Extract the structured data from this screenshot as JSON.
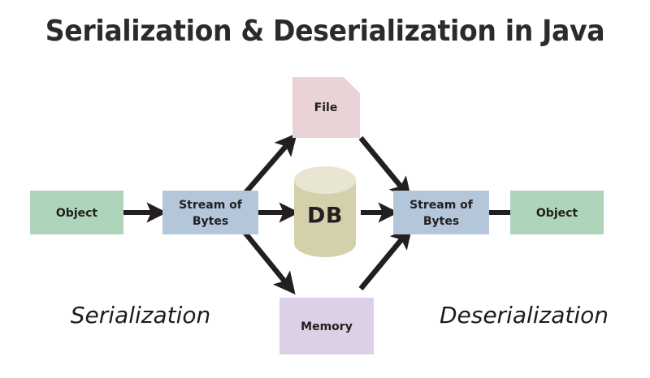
{
  "title": "Serialization & Deserialization in Java",
  "colors": {
    "background": "#ffffff",
    "object_green": "#aed5b9",
    "stream_blue": "#b4c7da",
    "file_pink": "#e9d3d6",
    "db_body": "#d4d0ac",
    "db_top": "#e8e5d3",
    "memory_purple": "#ddd0e6",
    "arrow_black": "#231f20",
    "title_text": "#2b2b2b",
    "node_text": "#231f20"
  },
  "nodes": {
    "object_left": {
      "label": "Object",
      "shape": "rectangle",
      "color": "#aed5b9"
    },
    "stream_left": {
      "label_line1": "Stream of",
      "label_line2": "Bytes",
      "shape": "rectangle",
      "color": "#b4c7da"
    },
    "file": {
      "label": "File",
      "shape": "document",
      "color": "#e9d3d6"
    },
    "db": {
      "label": "DB",
      "shape": "cylinder",
      "color": "#d4d0ac"
    },
    "memory": {
      "label": "Memory",
      "shape": "rectangle",
      "color": "#ddd0e6"
    },
    "stream_right": {
      "label_line1": "Stream of",
      "label_line2": "Bytes",
      "shape": "rectangle",
      "color": "#b4c7da"
    },
    "object_right": {
      "label": "Object",
      "shape": "rectangle",
      "color": "#aed5b9"
    }
  },
  "phase_labels": {
    "left": "Serialization",
    "right": "Deserialization"
  },
  "edges": [
    {
      "from": "object_left",
      "to": "stream_left",
      "direction": "right"
    },
    {
      "from": "stream_left",
      "to": "file",
      "direction": "up-right"
    },
    {
      "from": "stream_left",
      "to": "db",
      "direction": "right"
    },
    {
      "from": "stream_left",
      "to": "memory",
      "direction": "down-right"
    },
    {
      "from": "file",
      "to": "stream_right",
      "direction": "down-right"
    },
    {
      "from": "db",
      "to": "stream_right",
      "direction": "right"
    },
    {
      "from": "memory",
      "to": "stream_right",
      "direction": "up-right"
    },
    {
      "from": "stream_right",
      "to": "object_right",
      "direction": "right"
    }
  ]
}
